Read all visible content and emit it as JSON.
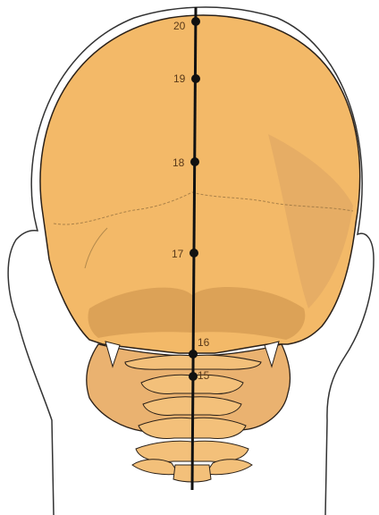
{
  "diagram": {
    "points": [
      {
        "label": "20"
      },
      {
        "label": "19"
      },
      {
        "label": "18"
      },
      {
        "label": "17"
      },
      {
        "label": "16"
      },
      {
        "label": "15"
      }
    ]
  },
  "colors": {
    "bone": "#f3b968",
    "bone_shadow": "#c89048",
    "outline": "#2a2018",
    "midline": "#111111",
    "head": "#ffffff"
  }
}
